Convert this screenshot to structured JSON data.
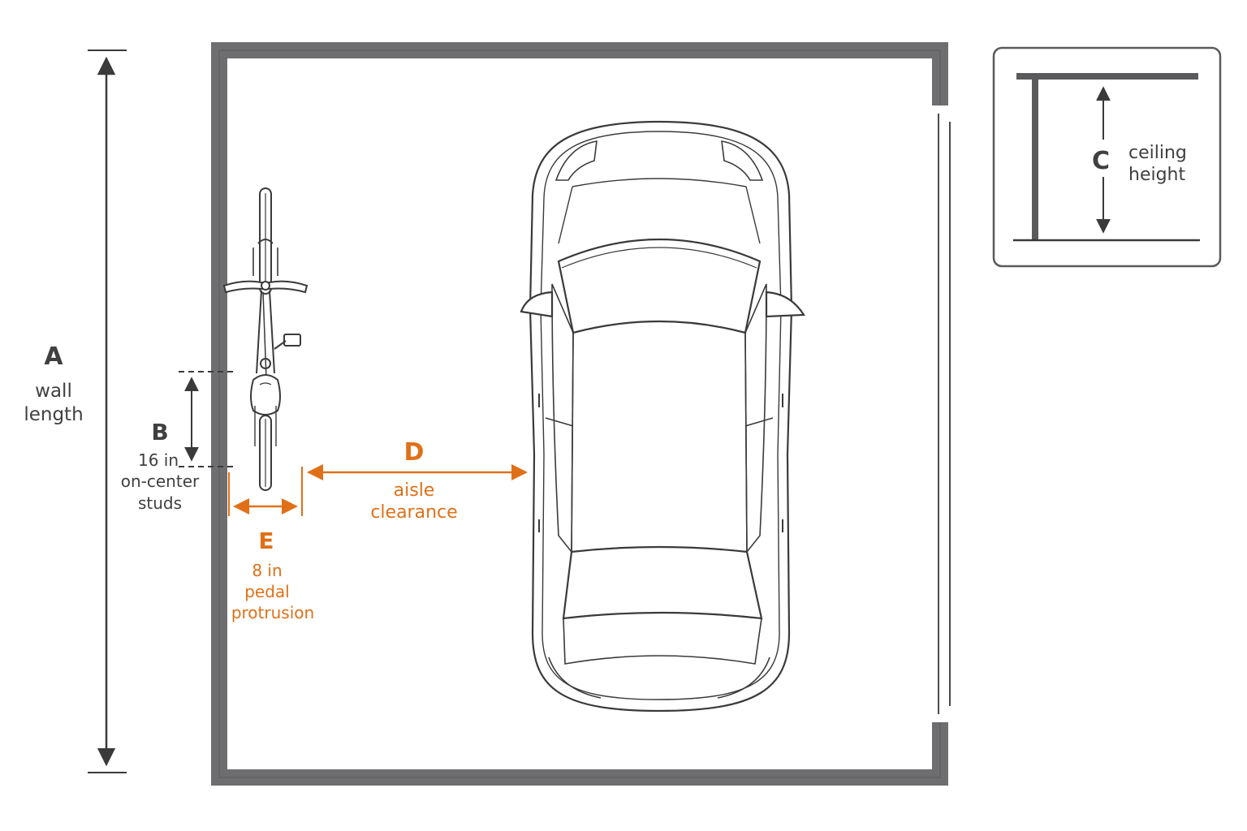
{
  "colors": {
    "wall": "#6e6e70",
    "wall_inner": "#f7f7f7",
    "ink": "#3a3a3a",
    "label_gray": "#404040",
    "accent_orange": "#e07018"
  },
  "icons": [
    "bicycle-top-view",
    "car-top-view",
    "ceiling-section-inset"
  ],
  "dimensions": {
    "A": {
      "letter": "A",
      "line1": "wall",
      "line2": "length"
    },
    "B": {
      "letter": "B",
      "line1": "16 in",
      "line2": "on-center",
      "line3": "studs"
    },
    "C": {
      "letter": "C",
      "line1": "ceiling",
      "line2": "height"
    },
    "D": {
      "letter": "D",
      "line1": "aisle",
      "line2": "clearance"
    },
    "E": {
      "letter": "E",
      "line1": "8 in",
      "line2": "pedal",
      "line3": "protrusion"
    }
  }
}
